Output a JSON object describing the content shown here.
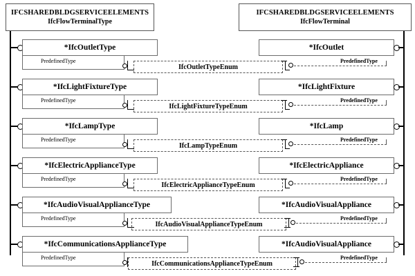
{
  "diagram": {
    "title": "IFC Flow Terminal Type / Flow Terminal relationship diagram",
    "packages": {
      "left": {
        "schema": "IFCSHAREDBLDGSERVICEELEMENTS",
        "entity": "IfcFlowTerminalType"
      },
      "right": {
        "schema": "IFCSHAREDBLDGSERVICEELEMENTS",
        "entity": "IfcFlowTerminal"
      }
    },
    "attribute_label": "PredefinedType",
    "rows": [
      {
        "left_entity": "*IfcOutletType",
        "enum": "IfcOutletTypeEnum",
        "right_entity": "*IfcOutlet",
        "left_attr": "PredefinedType",
        "right_attr": "PredefinedType"
      },
      {
        "left_entity": "*IfcLightFixtureType",
        "enum": "IfcLightFixtureTypeEnum",
        "right_entity": "*IfcLightFixture",
        "left_attr": "PredefinedType",
        "right_attr": "PredefinedType"
      },
      {
        "left_entity": "*IfcLampType",
        "enum": "IfcLampTypeEnum",
        "right_entity": "*IfcLamp",
        "left_attr": "PredefinedType",
        "right_attr": "PredefinedType"
      },
      {
        "left_entity": "*IfcElectricApplianceType",
        "enum": "IfcElectricApplianceTypeEnum",
        "right_entity": "*IfcElectricAppliance",
        "left_attr": "PredefinedType",
        "right_attr": "PredefinedType"
      },
      {
        "left_entity": "*IfcAudioVisualApplianceType",
        "enum": "IfcAudioVisualApplianceTypeEnum",
        "right_entity": "*IfcAudioVisualAppliance",
        "left_attr": "PredefinedType",
        "right_attr": "PredefinedType"
      },
      {
        "left_entity": "*IfcCommunicationsApplianceType",
        "enum": "IfcCommunicationsApplianceTypeEnum",
        "right_entity": "*IfcAudioVisualAppliance",
        "left_attr": "PredefinedType",
        "right_attr": "PredefinedType"
      }
    ],
    "colors": {
      "background": "#ffffff",
      "box_border": "#6b6b6b",
      "line": "#000000",
      "dashed": "#555555"
    }
  }
}
